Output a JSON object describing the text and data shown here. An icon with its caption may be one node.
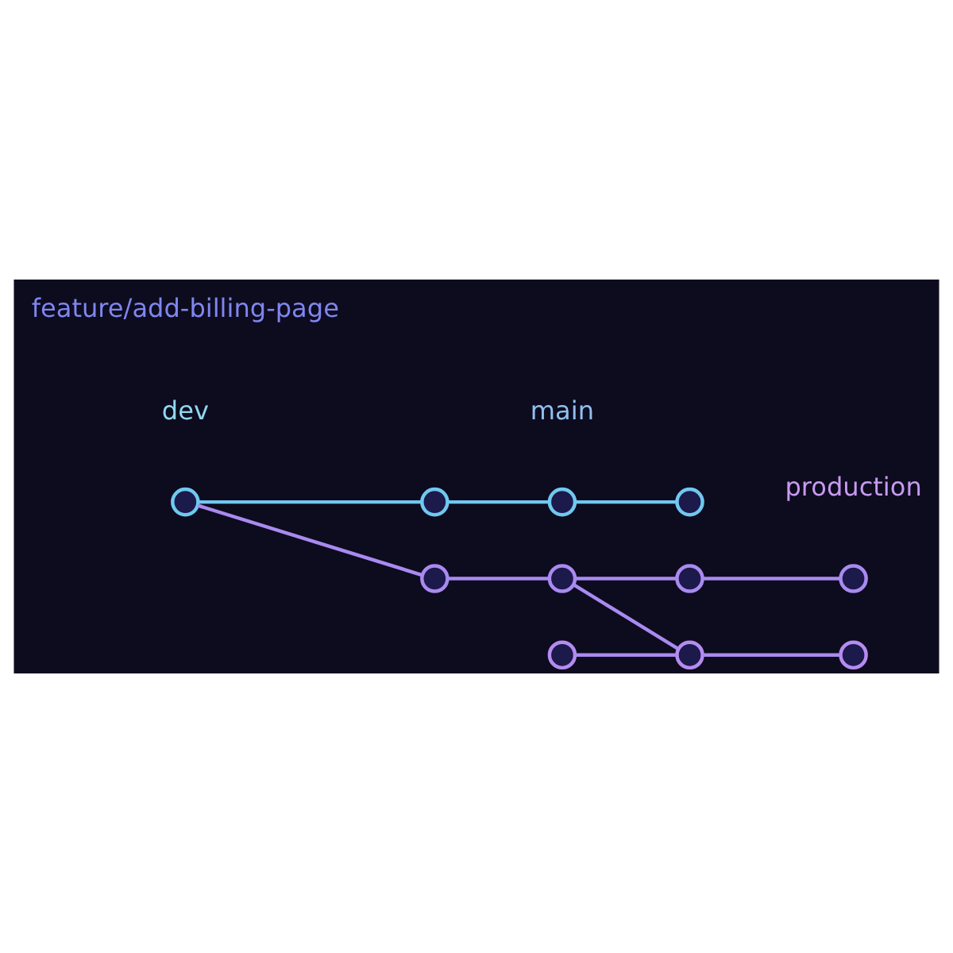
{
  "diagram": {
    "nodes": [
      {
        "text": [],
        "shape": "circle"
      },
      {
        "text": [],
        "shape": "circle"
      },
      {
        "text": [],
        "shape": "circle"
      },
      {
        "text": [],
        "shape": "circle"
      },
      {
        "text": [],
        "shape": "circle"
      },
      {
        "text": [],
        "shape": "circle"
      },
      {
        "text": [],
        "shape": "circle"
      },
      {
        "text": [],
        "shape": "circle"
      },
      {
        "text": [],
        "shape": "circle"
      },
      {
        "text": [],
        "shape": "circle"
      },
      {
        "text": [],
        "shape": "circle"
      }
    ],
    "edges": [
      {
        "from": 0,
        "to": 1,
        "arrow": "none",
        "color": "#6fc8f0"
      },
      {
        "from": 1,
        "to": 2,
        "arrow": "none",
        "color": "#6fc8f0"
      },
      {
        "from": 2,
        "to": 3,
        "arrow": "none",
        "color": "#6fc8f0"
      },
      {
        "from": 0,
        "to": 4,
        "arrow": "none"
      },
      {
        "from": 4,
        "to": 5,
        "arrow": "none"
      },
      {
        "from": 5,
        "to": 6,
        "arrow": "none"
      },
      {
        "from": 6,
        "to": 7,
        "arrow": "none"
      },
      {
        "from": 5,
        "to": 9,
        "arrow": "none"
      },
      {
        "from": 8,
        "to": 9,
        "arrow": "none"
      },
      {
        "from": 9,
        "to": 10,
        "arrow": "none"
      }
    ],
    "labels": [
      "dev",
      "feature/add-billing-page",
      "main",
      "production"
    ]
  }
}
